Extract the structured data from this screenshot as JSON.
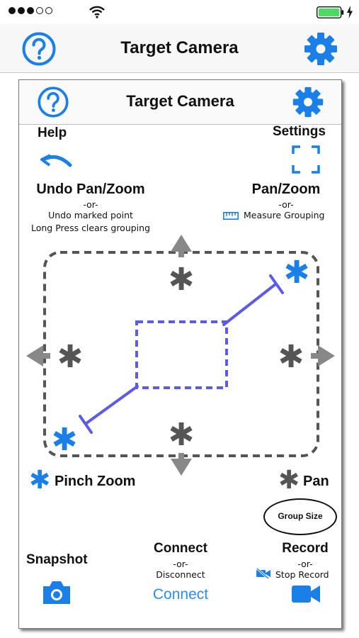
{
  "status_bar": {
    "signal": "●●●○○",
    "wifi": "wifi-icon",
    "battery": "battery-icon",
    "charging": "bolt-icon"
  },
  "nav": {
    "title": "Target Camera",
    "left_icon": "help-icon",
    "right_icon": "gear-icon"
  },
  "help_card": {
    "title": "Target Camera",
    "help_label": "Help",
    "settings_label": "Settings",
    "undo": {
      "title": "Undo Pan/Zoom",
      "or": "-or-",
      "line1": "Undo marked point",
      "line2": "Long Press clears grouping"
    },
    "panzoom": {
      "title": "Pan/Zoom",
      "or": "-or-",
      "line1": "Measure Grouping"
    },
    "pinch_zoom_label": "Pinch Zoom",
    "pan_label": "Pan",
    "group_size_label": "Group Size",
    "snapshot_label": "Snapshot",
    "connect": {
      "title": "Connect",
      "or": "-or-",
      "line1": "Disconnect",
      "button": "Connect"
    },
    "record": {
      "title": "Record",
      "or": "-or-",
      "line1": "Stop Record"
    }
  },
  "colors": {
    "accent": "#1a7fe6",
    "diagram_blue": "#5b5be8",
    "arrow_gray": "#888888",
    "asterisk_dark": "#555555"
  }
}
